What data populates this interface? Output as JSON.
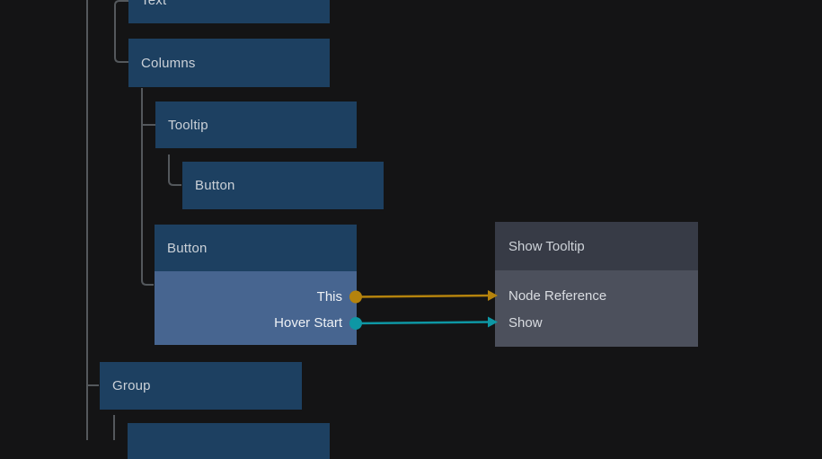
{
  "canvas": {
    "background": "#141415",
    "tree_line_color": "#54585c"
  },
  "tree": {
    "nodes": [
      {
        "label": "Text"
      },
      {
        "label": "Columns"
      },
      {
        "label": "Tooltip"
      },
      {
        "label": "Button"
      },
      {
        "label": "Button"
      },
      {
        "label": "Group"
      },
      {
        "label": ""
      }
    ]
  },
  "source_ports": [
    {
      "label": "This",
      "color": "#b5830d"
    },
    {
      "label": "Hover Start",
      "color": "#0e97a4"
    }
  ],
  "action_node": {
    "title": "Show Tooltip",
    "rows": [
      {
        "label": "Node Reference"
      },
      {
        "label": "Show"
      }
    ]
  },
  "colors": {
    "node_header_blue": "#1d4061",
    "node_ports_blue": "#476590",
    "panel_header_gray": "#373b46",
    "panel_body_gray": "#4c505c"
  }
}
